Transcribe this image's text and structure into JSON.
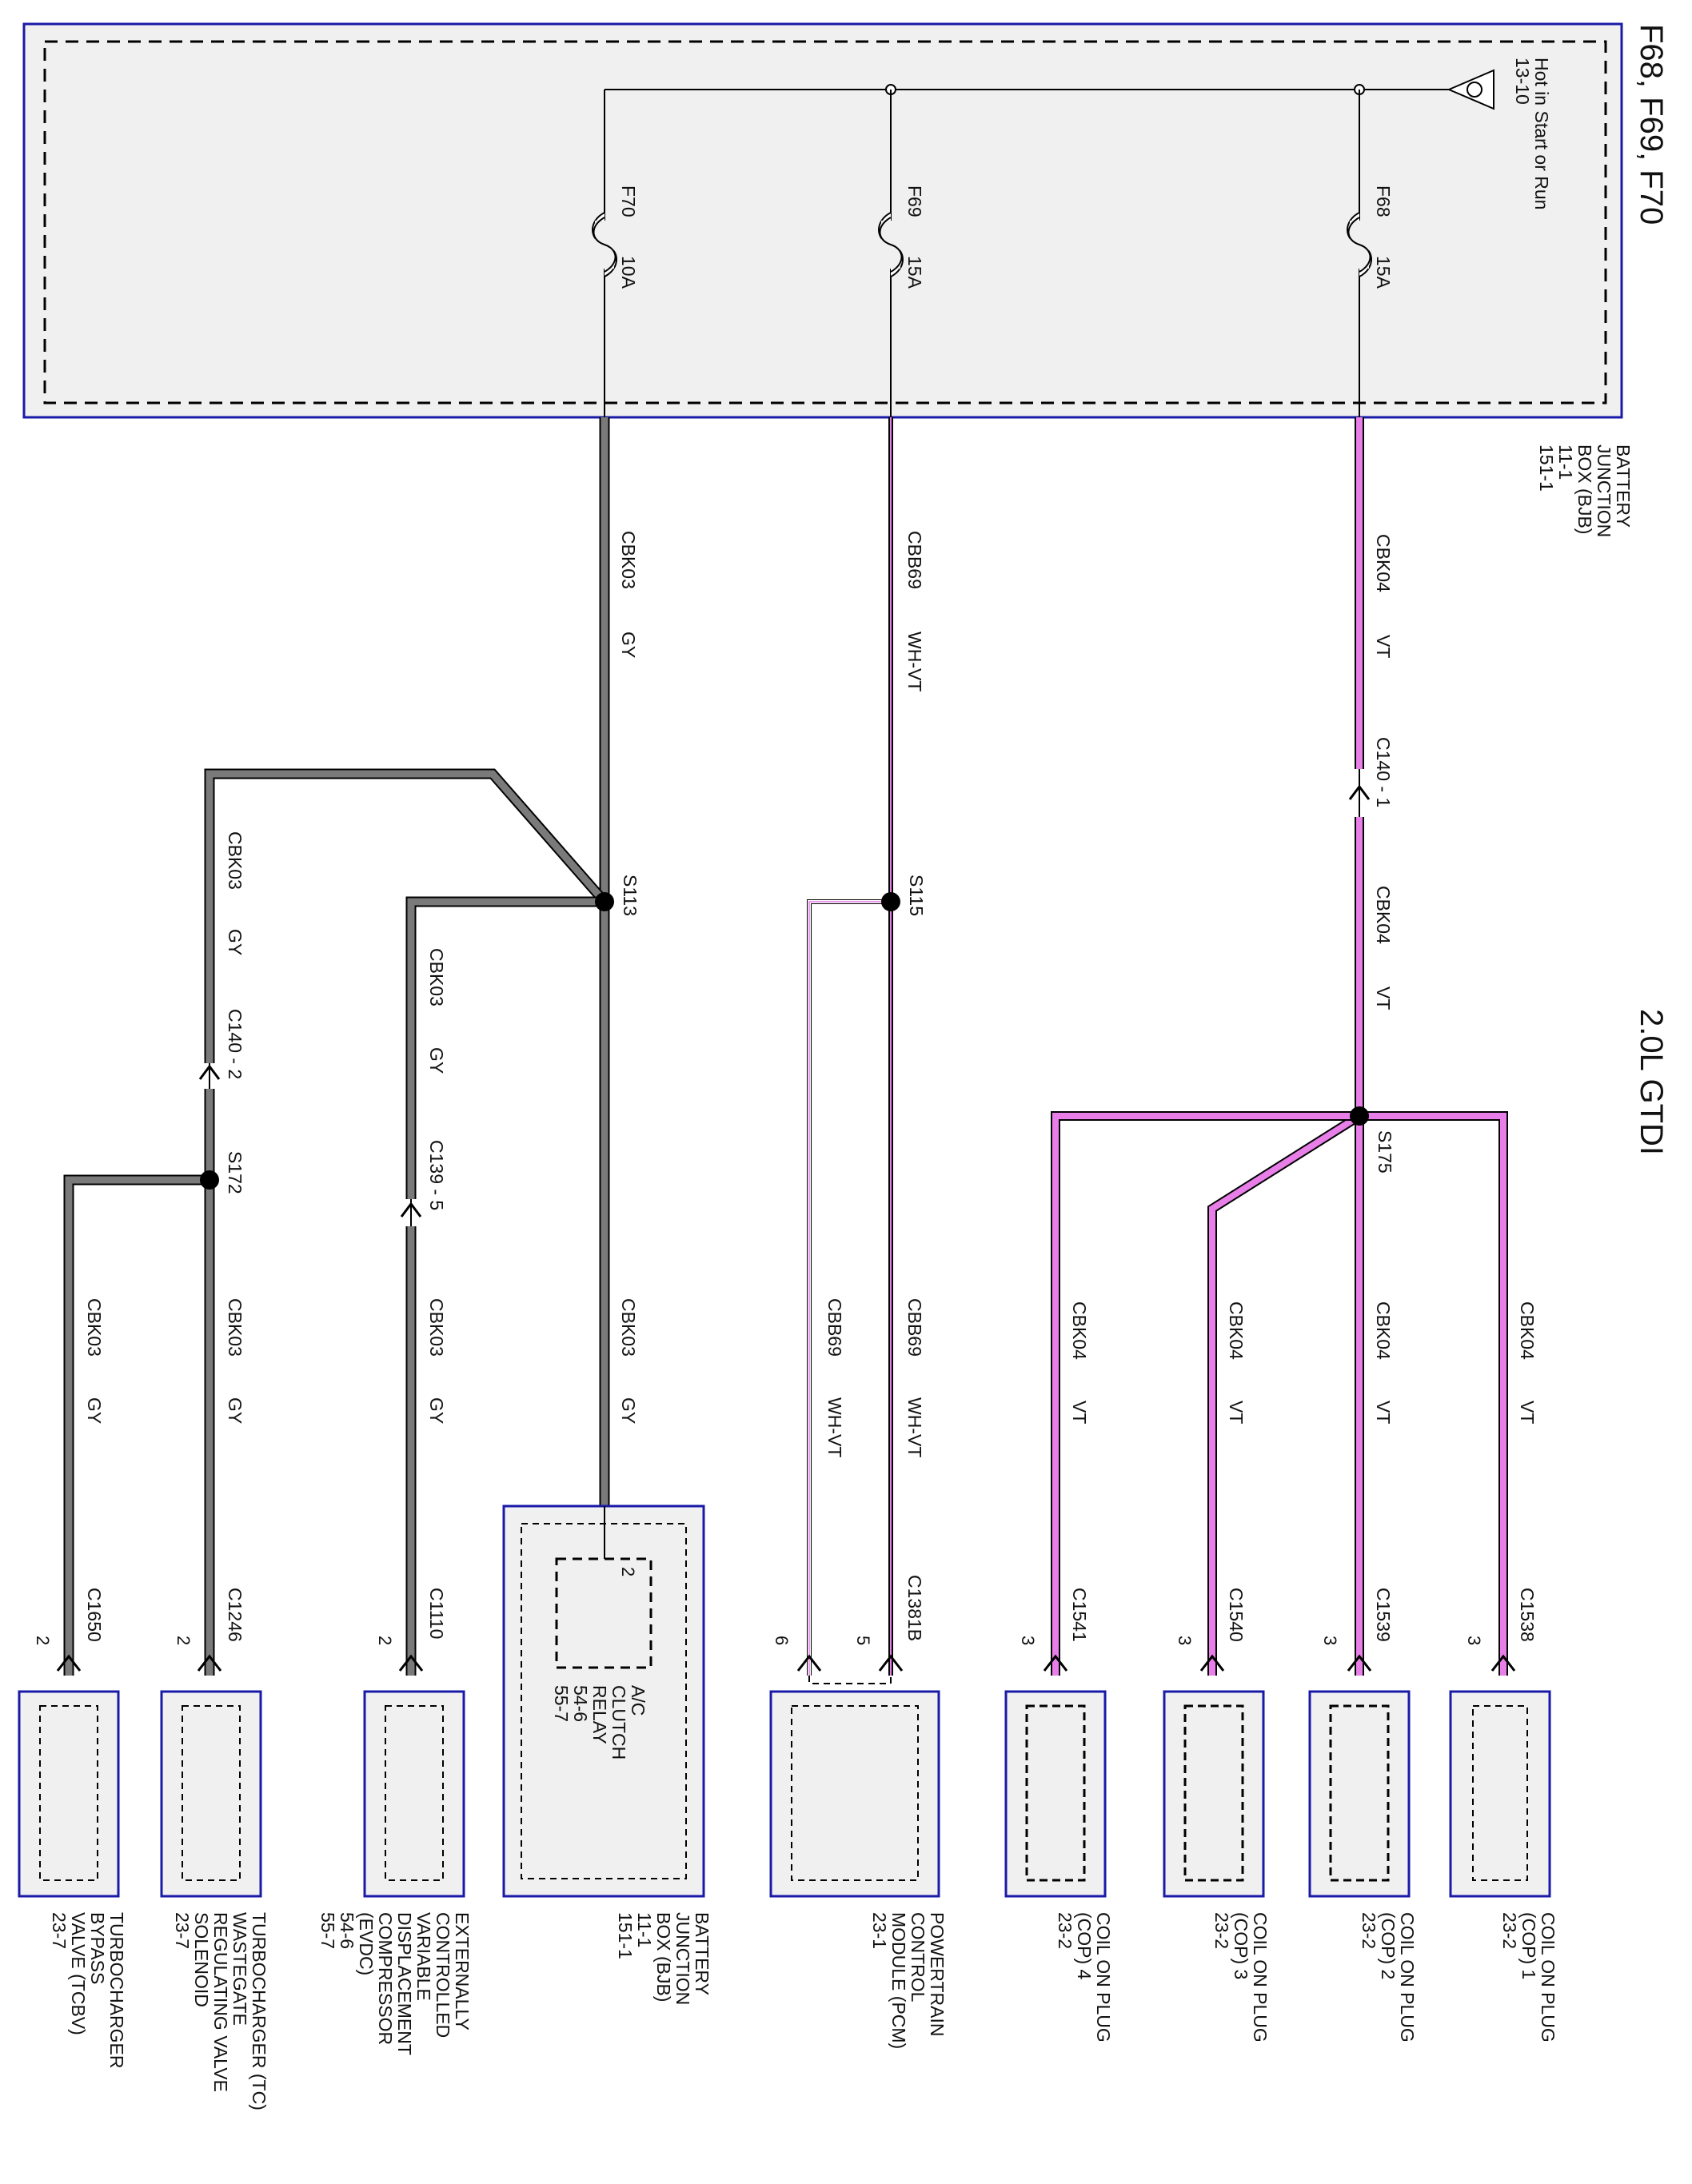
{
  "header": {
    "title": "F68, F69, F70",
    "engine": "2.0L GTDI"
  },
  "colors": {
    "box_border": "#1a1aa8",
    "box_fill": "#f0f0f0",
    "wire_gy": "#7a7a7a",
    "wire_vt": "#e87ee8",
    "wire_wh_vt_stripe": "#e87ee8",
    "black": "#000000"
  },
  "power_source": {
    "line1": "Hot in Start or Run",
    "line2": "13-10"
  },
  "fuses": [
    {
      "id": "F68",
      "rating": "15A"
    },
    {
      "id": "F69",
      "rating": "15A"
    },
    {
      "id": "F70",
      "rating": "10A"
    }
  ],
  "bjb_label": [
    "BATTERY",
    "JUNCTION",
    "BOX (BJB)",
    "11-1",
    "151-1"
  ],
  "wires": {
    "cbk04_vt": [
      "CBK04",
      "VT"
    ],
    "cbb69_whvt": [
      "CBB69",
      "WH-VT"
    ],
    "cbk03_gy": [
      "CBK03",
      "GY"
    ]
  },
  "splices": {
    "s113": "S113",
    "s115": "S115",
    "s172": "S172",
    "s175": "S175"
  },
  "inline_connectors": {
    "c140_1": "C140 - 1",
    "c140_2": "C140 - 2",
    "c139_5": "C139 - 5"
  },
  "connectors": {
    "c1538": "C1538",
    "c1539": "C1539",
    "c1540": "C1540",
    "c1541": "C1541",
    "c1381b": "C1381B",
    "c1110": "C1110",
    "c1246": "C1246",
    "c1650": "C1650"
  },
  "pins": {
    "cop_pin": "3",
    "pcm_pin_a": "5",
    "pcm_pin_b": "6",
    "relay_pin": "2",
    "evdc_pin": "2",
    "wastegate_pin": "2",
    "bypass_pin": "2"
  },
  "components": {
    "cop1": [
      "COIL ON PLUG",
      "(COP) 1",
      "23-2"
    ],
    "cop2": [
      "COIL ON PLUG",
      "(COP) 2",
      "23-2"
    ],
    "cop3": [
      "COIL ON PLUG",
      "(COP) 3",
      "23-2"
    ],
    "cop4": [
      "COIL ON PLUG",
      "(COP) 4",
      "23-2"
    ],
    "pcm": [
      "POWERTRAIN",
      "CONTROL",
      "MODULE (PCM)",
      "23-1"
    ],
    "bjb_bottom": [
      "BATTERY",
      "JUNCTION",
      "BOX (BJB)",
      "11-1",
      "151-1"
    ],
    "ac_relay": [
      "A/C",
      "CLUTCH",
      "RELAY",
      "54-6",
      "55-7"
    ],
    "evdc": [
      "EXTERNALLY",
      "CONTROLLED",
      "VARIABLE",
      "DISPLACEMENT",
      "COMPRESSOR",
      "(EVDC)",
      "54-6",
      "55-7"
    ],
    "wastegate": [
      "TURBOCHARGER (TC)",
      "WASTEGATE",
      "REGULATING VALVE",
      "SOLENOID",
      "23-7"
    ],
    "bypass": [
      "TURBOCHARGER",
      "BYPASS",
      "VALVE (TCBV)",
      "23-7"
    ]
  }
}
